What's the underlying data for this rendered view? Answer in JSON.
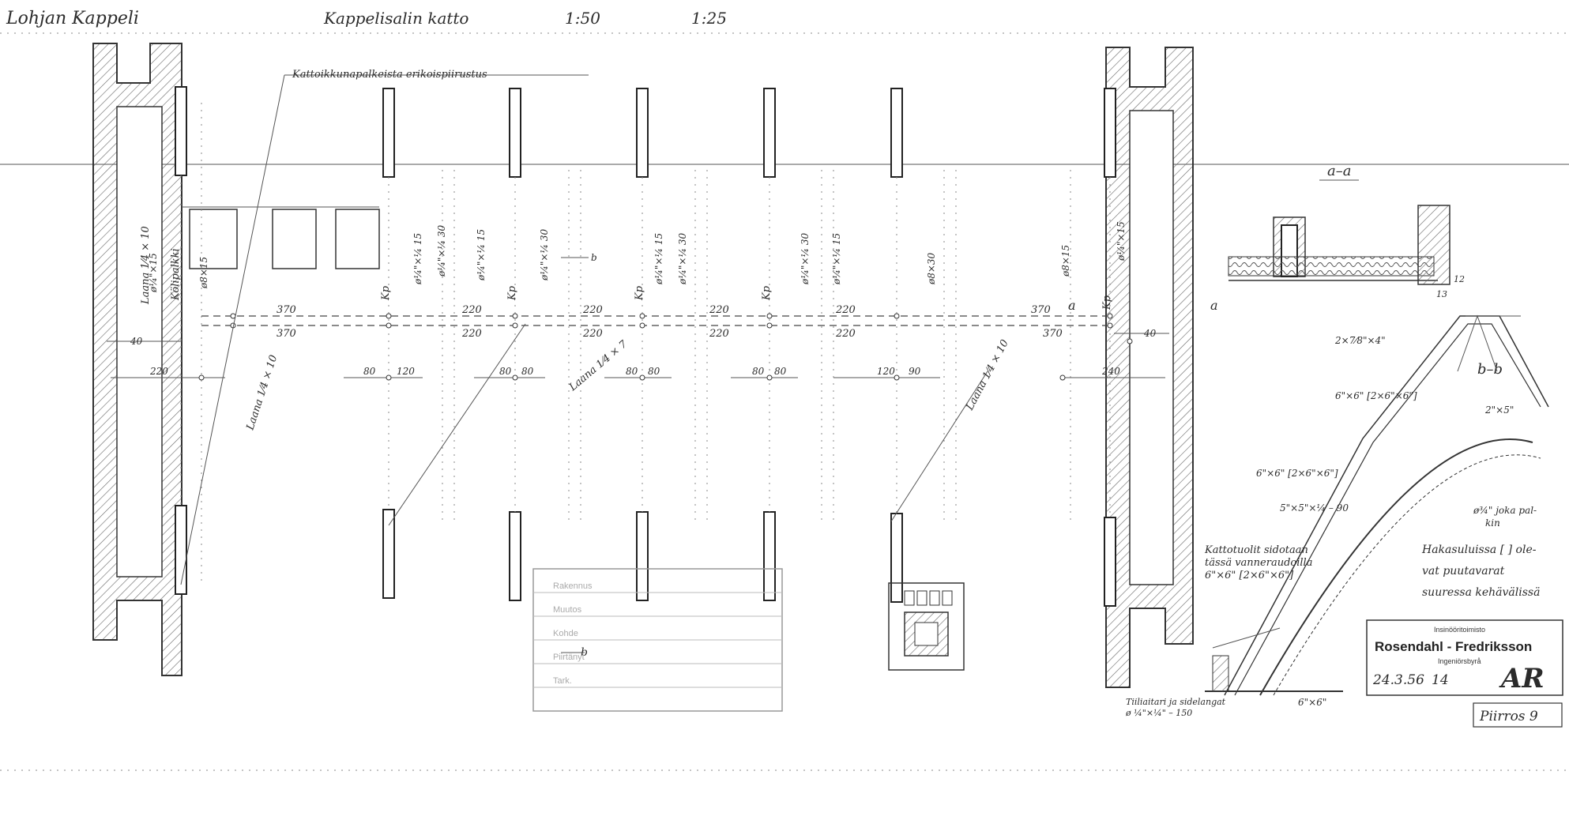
{
  "header": {
    "project": "Lohjan Kappeli",
    "subject": "Kappelisalin katto",
    "scale_1": "1:50",
    "scale_2": "1:25"
  },
  "notes": {
    "skylight_callout": "Kattoikkunapalkeista erikoispiirustus",
    "keel_beam": "Kölipalkki",
    "tie_note_1": "Kattotuolit sidotaan",
    "tie_note_2": "tässä vanneraudoilla",
    "tie_note_3": "6\"×6\" [2×6\"×6\"]",
    "bolt_note_1": "Hakasuluissa [ ] ole-",
    "bolt_note_2": "vat puutavarat",
    "bolt_note_3": "suuressa kehävälissä",
    "floor_note_1": "Tiiliaitari ja sidelangat",
    "floor_note_2": "ø ¼\"×¼\" – 150"
  },
  "sections": {
    "aa": "a–a",
    "bb": "b–b",
    "mark_a": "a",
    "mark_b": "b"
  },
  "annotations": {
    "beam_labels": [
      "Laana 1⁄4 × 10",
      "Laana 1⁄4 × 7",
      "Laana 1⁄4 × 10",
      "Laana 1⁄4 × 10"
    ],
    "rod_labels": [
      "ø¼\"×15",
      "ø8×15",
      "ø¼\"×¼ 30",
      "ø¼\"×¼ 15",
      "ø¼\"×¼ 30",
      "ø¼\"×¼ 15",
      "ø¼\"×¼ 30",
      "ø¼\"×¼ 15",
      "ø8×30",
      "ø8×15",
      "ø¼\"×15"
    ],
    "k_marks": [
      "Kp",
      "Kp",
      "Kp",
      "Kp",
      "Kp"
    ],
    "dims_row1": [
      "370",
      "220",
      "220",
      "220",
      "220",
      "220",
      "370"
    ],
    "dims_row2": [
      "370",
      "220",
      "220",
      "220",
      "220",
      "370"
    ],
    "dims_row3": [
      "220",
      "80",
      "120",
      "80",
      "80",
      "80",
      "80",
      "80",
      "80",
      "120",
      "90",
      "240"
    ],
    "edge_dims": [
      "40",
      "40"
    ],
    "section_dims": [
      "2×7⁄8\"×4\"",
      "6\"×6\" [2×6\"×6\"]",
      "2\"×5\"",
      "6\"×6\" [2×6\"×6\"]",
      "5\"×5\"×¼ – 90",
      "ø¾\" joka pal-",
      "kin",
      "6\"×6\"",
      "12",
      "13"
    ]
  },
  "stamp": {
    "office": "Insinööritoimisto",
    "firm": "Rosendahl - Fredriksson",
    "sub": "Ingeniörsbyrå",
    "date": "24.3.56",
    "number": "14",
    "sign": "AR"
  },
  "sheet_label": "Piirros 9",
  "faint_stamp": [
    "Rakennus",
    "Muutos",
    "Kohde",
    "Piirtänyt",
    "Tark."
  ]
}
